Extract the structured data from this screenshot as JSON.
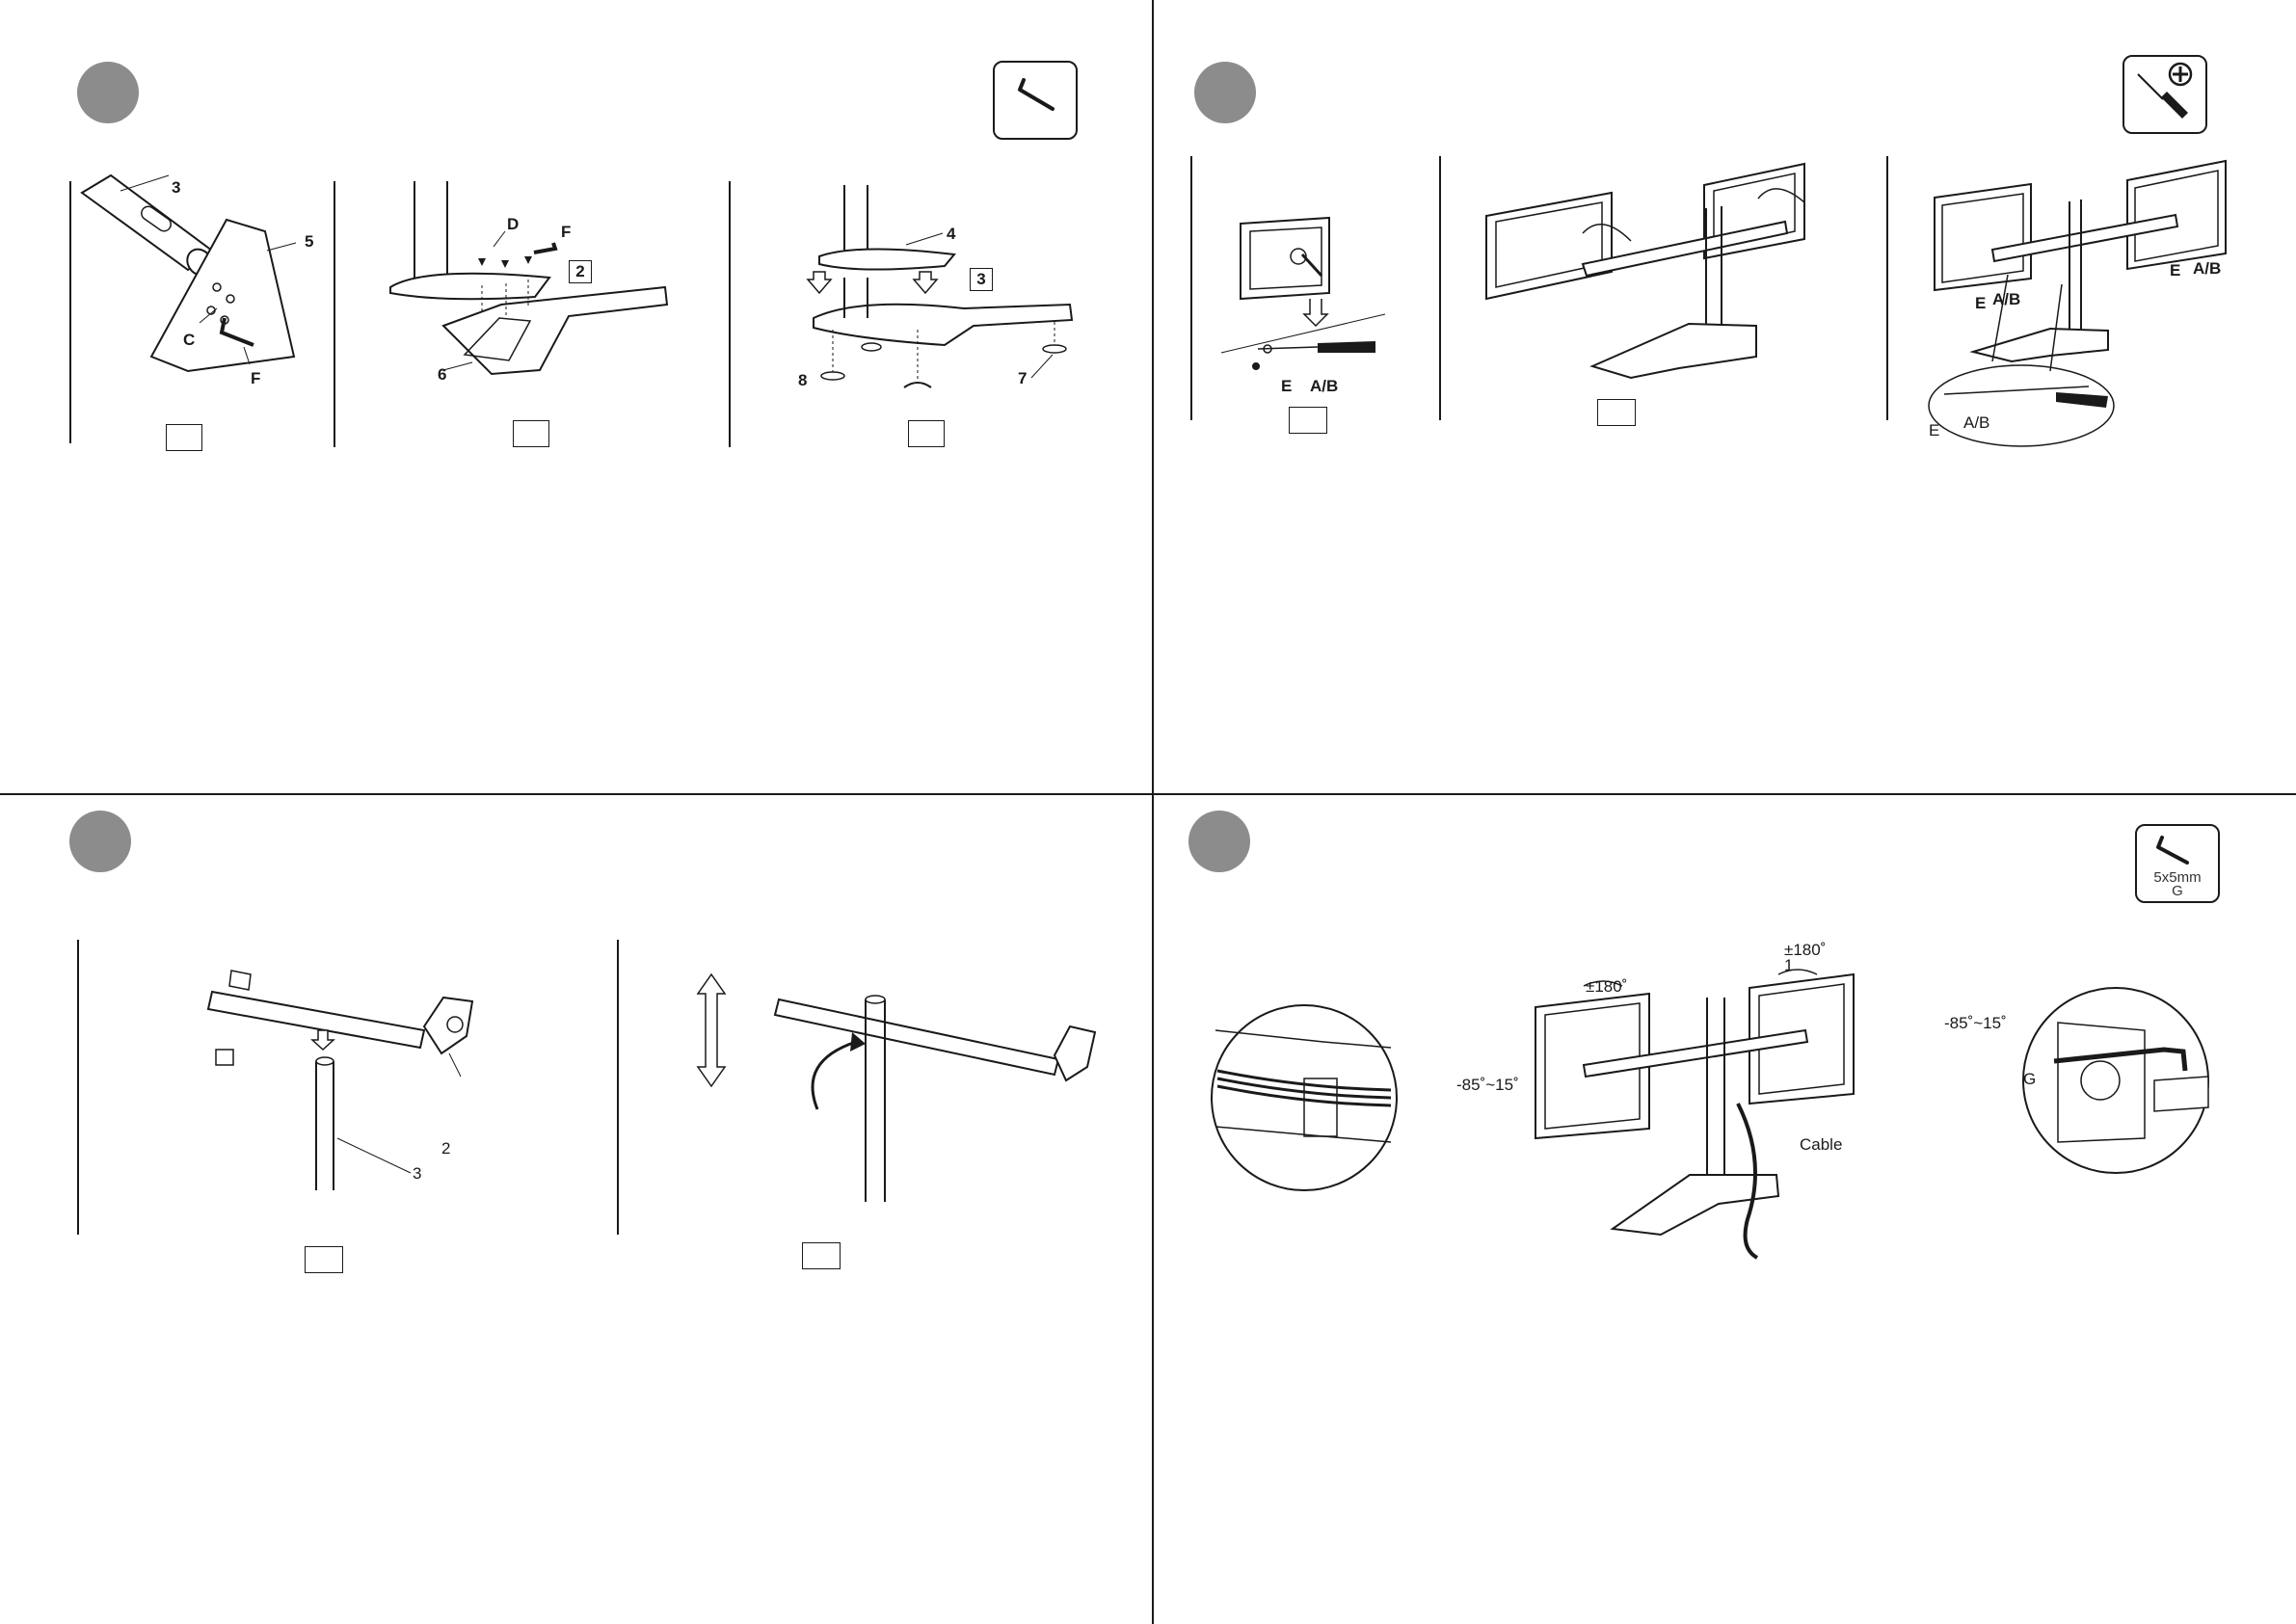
{
  "step1": {
    "tool_icon": "hex-key-icon",
    "callouts": {
      "post": "3",
      "base_plate": "5",
      "bolt": "C",
      "key_a": "F",
      "screw": "D",
      "key_b": "F",
      "foot": "6",
      "foot_box": "2",
      "plate": "4",
      "rubber_pad": "8",
      "cap": "7",
      "cover_box": "3"
    }
  },
  "step2": {
    "tool_icon": "phillips-screwdriver-icon",
    "callouts": {
      "washer": "E",
      "screw": "A/B",
      "right_washer": "E",
      "right_screw": "A/B",
      "left_washer": "E",
      "left_screw": "A/B",
      "zoom_washer": "E",
      "zoom_screw": "A/B"
    }
  },
  "step3": {
    "callouts": {
      "arm": "2",
      "post": "3"
    }
  },
  "step4": {
    "tool_icon": "hex-key-icon",
    "tool_label_size": "5x5mm",
    "tool_label_id": "G",
    "callouts": {
      "cable_clip": "1",
      "rotate_left": "±180˚",
      "rotate_right": "±180˚",
      "tilt_left": "-85˚~15˚",
      "tilt_right": "-85˚~15˚",
      "cable": "Cable",
      "hex_key": "G"
    }
  },
  "colors": {
    "line": "#1a1a1a",
    "step_circle": "#8c8c8c",
    "fill": "#ffffff"
  }
}
